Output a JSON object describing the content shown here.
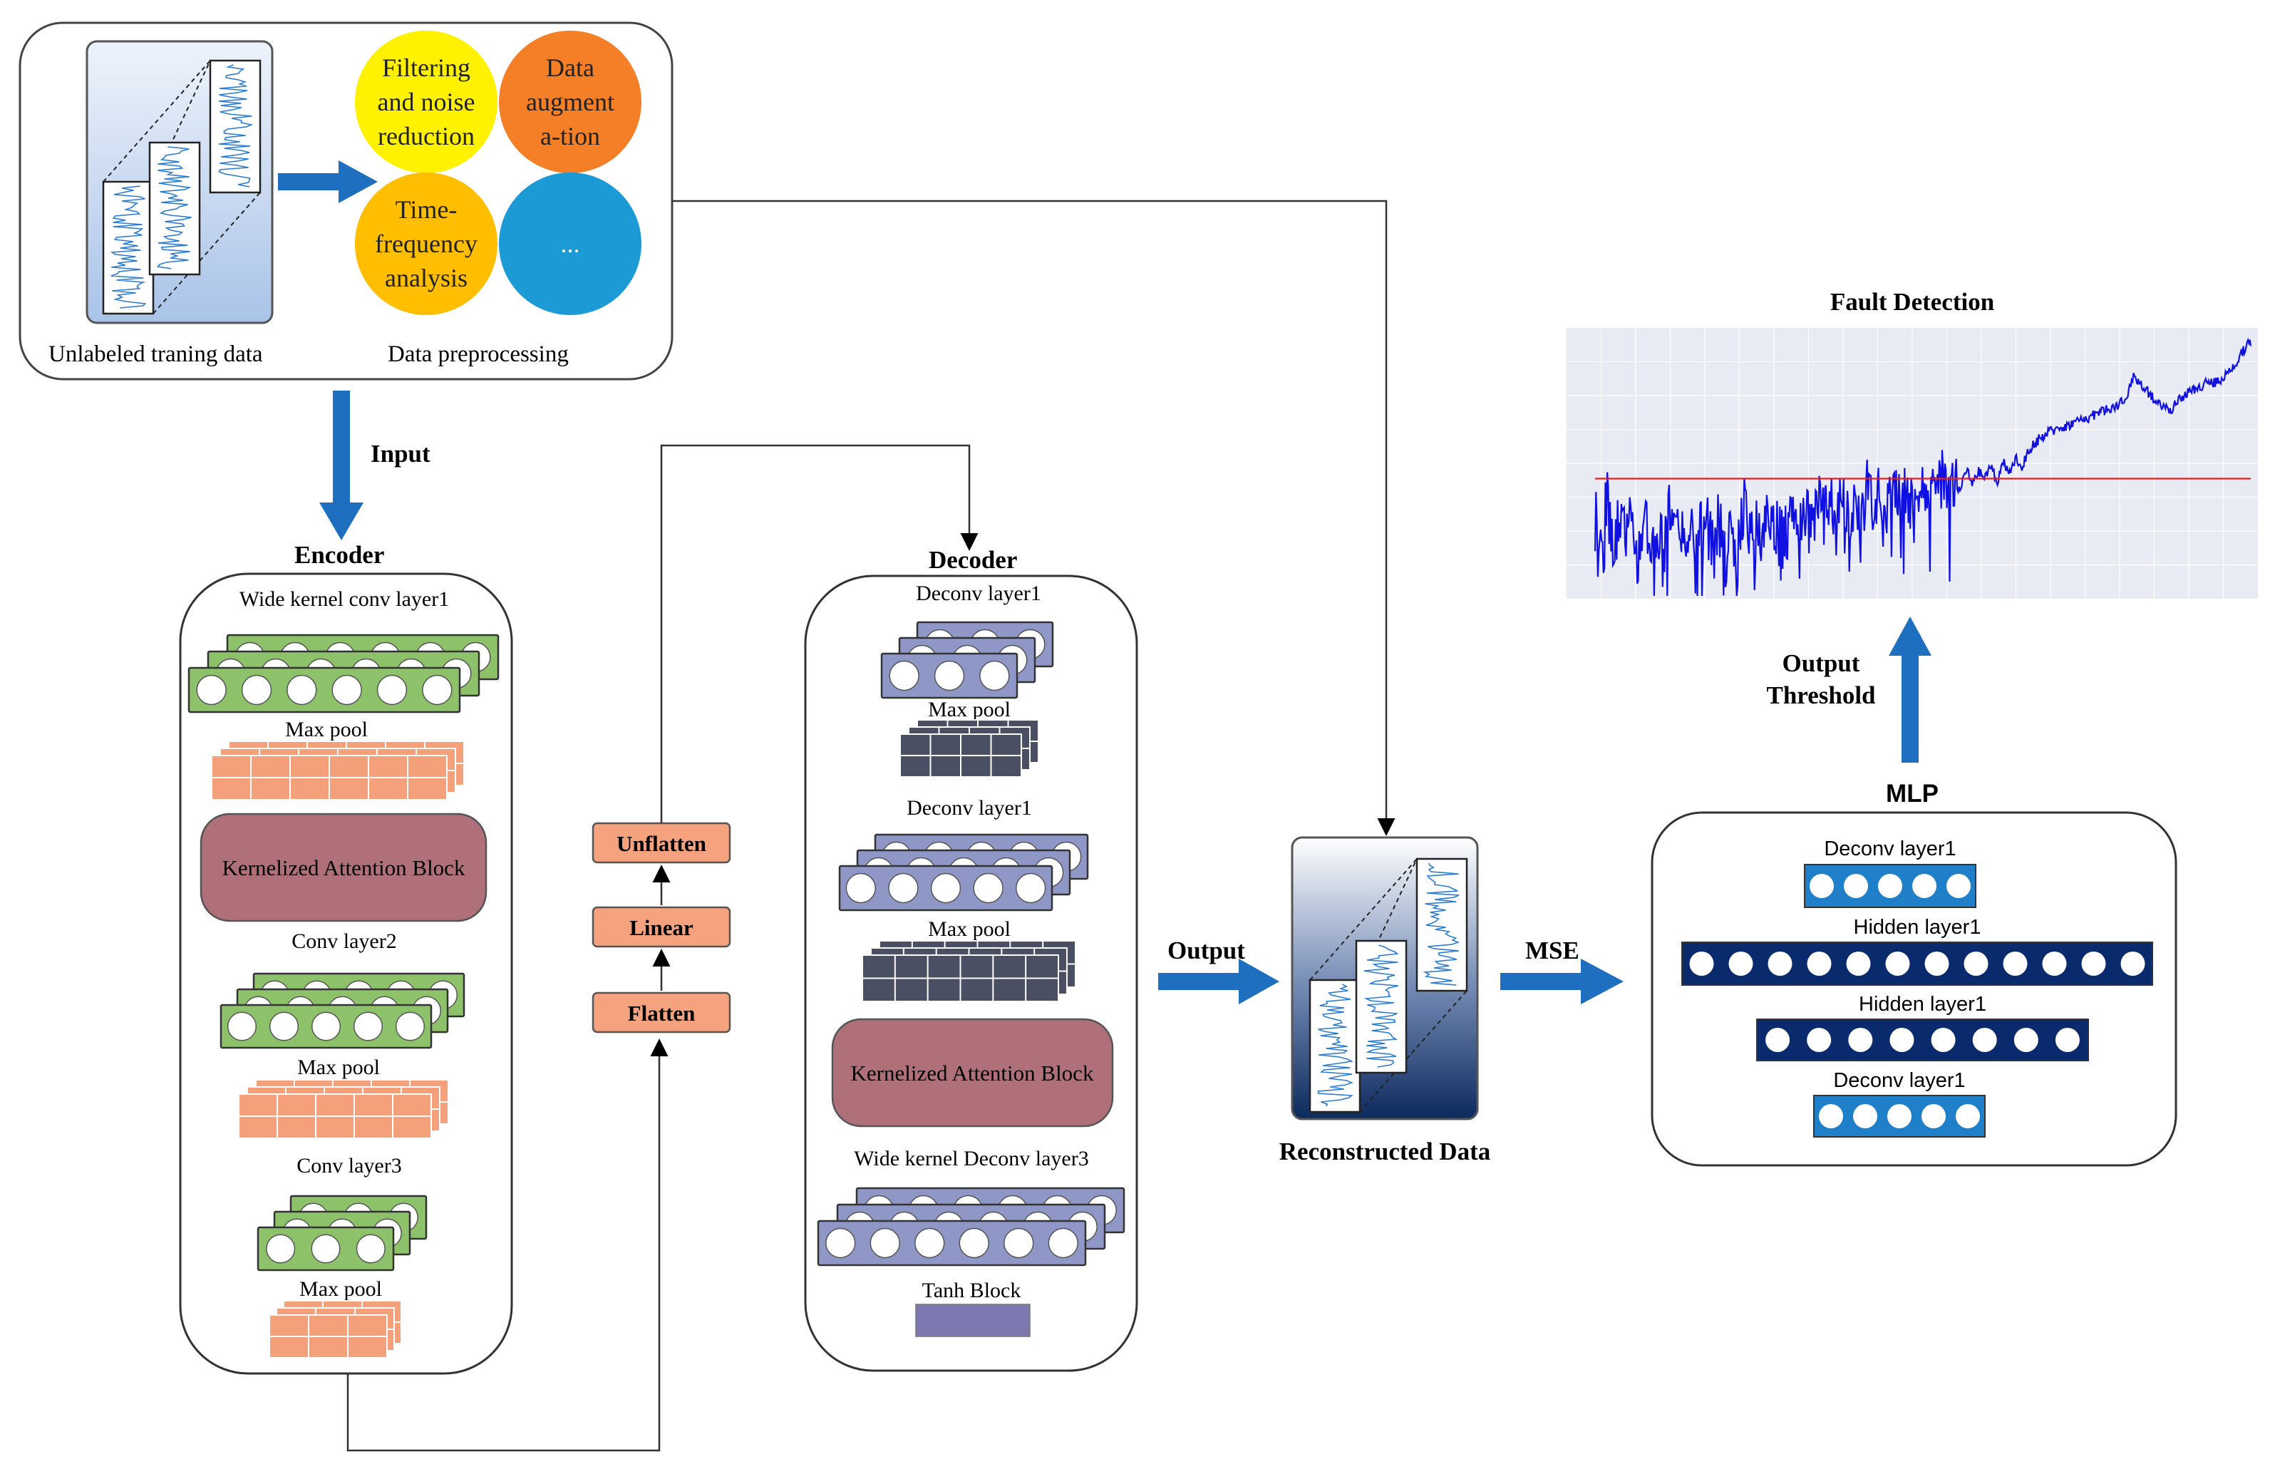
{
  "preprocess": {
    "unlabeled_label": "Unlabeled traning data",
    "preprocessing_label": "Data preprocessing",
    "circles": [
      {
        "lines": [
          "Filtering",
          "and noise",
          "reduction"
        ],
        "color": "#fff200"
      },
      {
        "lines": [
          "Data",
          "augment",
          "a-tion"
        ],
        "color": "#f47f26"
      },
      {
        "lines": [
          "Time-",
          "frequency",
          "analysis"
        ],
        "color": "#ffbe00"
      },
      {
        "lines": [
          "..."
        ],
        "color": "#1c9ad6"
      }
    ]
  },
  "flow": {
    "input": "Input",
    "output": "Output",
    "mse": "MSE",
    "output_threshold": [
      "Output",
      "Threshold"
    ]
  },
  "encoder": {
    "title": "Encoder",
    "layers": [
      "Wide kernel conv layer1",
      "Max pool",
      "Conv layer2",
      "Max pool",
      "Conv layer3",
      "Max pool"
    ],
    "attention": "Kernelized Attention Block"
  },
  "bottleneck": {
    "unflatten": "Unflatten",
    "linear": "Linear",
    "flatten": "Flatten"
  },
  "decoder": {
    "title": "Decoder",
    "layers": [
      "Deconv layer1",
      "Max pool",
      "Deconv layer1",
      "Max pool",
      "Wide kernel Deconv layer3",
      "Tanh Block"
    ],
    "attention": "Kernelized Attention Block"
  },
  "reconstructed": {
    "label": "Reconstructed Data"
  },
  "mlp": {
    "title": "MLP",
    "layers": [
      "Deconv layer1",
      "Hidden layer1",
      "Hidden layer1",
      "Deconv layer1"
    ]
  },
  "fault": {
    "title": "Fault Detection",
    "chart_data": {
      "type": "line",
      "series": [
        {
          "values_description_only": "reconstruction error over time",
          "points": [
            0.52,
            0.42,
            0.55,
            0.38,
            0.5,
            0.44,
            0.47,
            0.36,
            0.53,
            0.41,
            0.49,
            0.39,
            0.51,
            0.43,
            0.46,
            0.35,
            0.5,
            0.44,
            0.48,
            0.4,
            0.53,
            0.42,
            0.47,
            0.37,
            0.52,
            0.45,
            0.5,
            0.41,
            0.54,
            0.46,
            0.49,
            0.42,
            0.55,
            0.47,
            0.51,
            0.44,
            0.56,
            0.48,
            0.53,
            0.46,
            0.57,
            0.5,
            0.55,
            0.48,
            0.58,
            0.52,
            0.57,
            0.5,
            0.6,
            0.53,
            0.59,
            0.52,
            0.61,
            0.55,
            0.6,
            0.54,
            0.62,
            0.57,
            0.61,
            0.56,
            0.63,
            0.58,
            0.62,
            0.6,
            0.64,
            0.59,
            0.65,
            0.61,
            0.66,
            0.63,
            0.68,
            0.7,
            0.72,
            0.73,
            0.74,
            0.75,
            0.75,
            0.76,
            0.77,
            0.77,
            0.78,
            0.79,
            0.8,
            0.8,
            0.81,
            0.82,
            0.84,
            0.9,
            0.88,
            0.86,
            0.84,
            0.82,
            0.81,
            0.8,
            0.82,
            0.84,
            0.85,
            0.86,
            0.87,
            0.88,
            0.88,
            0.89,
            0.9,
            0.92,
            0.95,
            0.98,
            1.0
          ]
        }
      ],
      "threshold": 0.6,
      "grid": true
    }
  },
  "colors": {
    "arrow": "#1f6fc0",
    "green_layer": "#8dc26a",
    "salmon": "#f4a07a",
    "attention": "#b0707a",
    "deconv": "#8f97c7",
    "dark_pool": "#4a4f63",
    "btn": "#f5a27e",
    "tanh": "#7e78b0",
    "mlp_light": "#1f7fc8",
    "mlp_dark": "#0a2a6e",
    "chart_line": "#1010e0",
    "threshold_line": "#e02020"
  }
}
